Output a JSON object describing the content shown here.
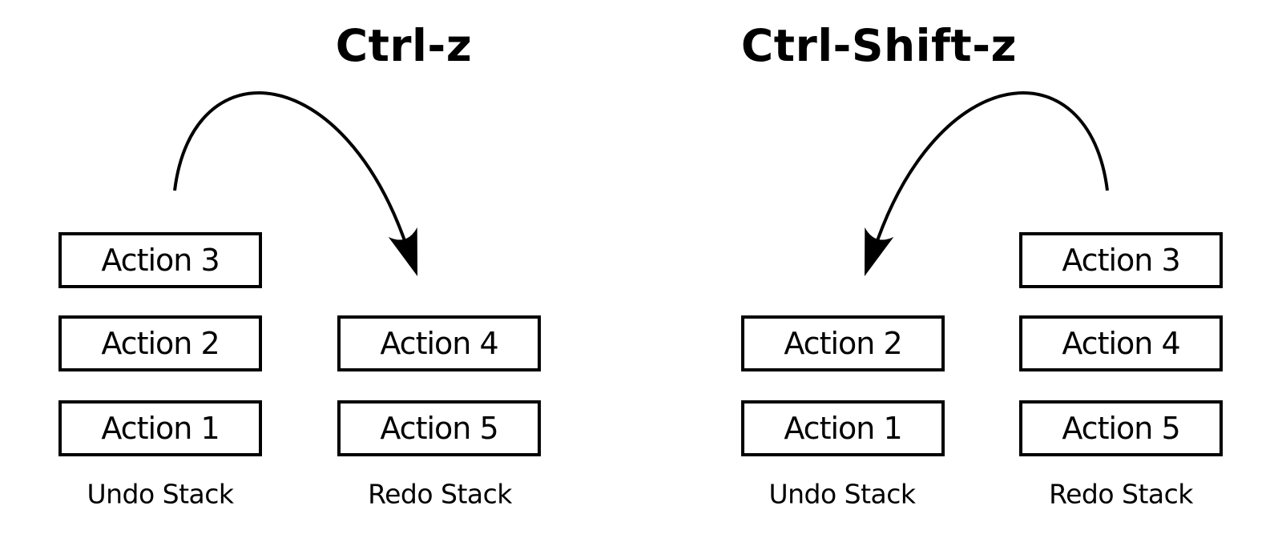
{
  "colors": {
    "foreground": "#000000",
    "background": "#ffffff"
  },
  "diagrams": {
    "ctrl_z": {
      "title": "Ctrl-z",
      "undo_stack": {
        "label": "Undo Stack",
        "items": [
          "Action 3",
          "Action 2",
          "Action 1"
        ]
      },
      "redo_stack": {
        "label": "Redo Stack",
        "items": [
          "Action 4",
          "Action 5"
        ]
      },
      "arrow": {
        "from": "Undo Stack",
        "to": "Redo Stack"
      }
    },
    "ctrl_shift_z": {
      "title": "Ctrl-Shift-z",
      "undo_stack": {
        "label": "Undo Stack",
        "items": [
          "Action 2",
          "Action 1"
        ]
      },
      "redo_stack": {
        "label": "Redo Stack",
        "items": [
          "Action 3",
          "Action 4",
          "Action 5"
        ]
      },
      "arrow": {
        "from": "Redo Stack",
        "to": "Undo Stack"
      }
    }
  }
}
